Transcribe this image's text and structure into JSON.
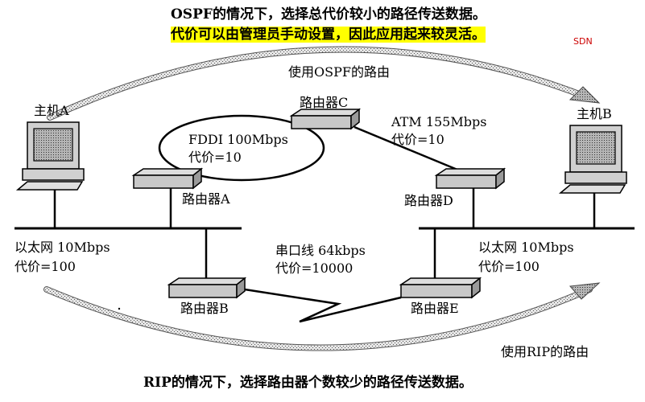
{
  "notes": {
    "ospf_line1": "OSPF的情况下，选择总代价较小的路径传送数据。",
    "ospf_line2": "代价可以由管理员手动设置，因此应用起来较灵活。",
    "sdn": "SDN",
    "rip_line": "RIP的情况下，选择路由器个数较少的路径传送数据。"
  },
  "paths": {
    "ospf": "使用OSPF的路由",
    "rip": "使用RIP的路由"
  },
  "hosts": {
    "a": "主机A",
    "b": "主机B"
  },
  "routers": {
    "a": "路由器A",
    "b": "路由器B",
    "c": "路由器C",
    "d": "路由器D",
    "e": "路由器E"
  },
  "links": {
    "fddi_name": "FDDI 100Mbps",
    "fddi_cost": "代价=10",
    "atm_name": "ATM 155Mbps",
    "atm_cost": "代价=10",
    "eth_left_name": "以太网 10Mbps",
    "eth_left_cost": "代价=100",
    "eth_right_name": "以太网 10Mbps",
    "eth_right_cost": "代价=100",
    "serial_name": "串口线 64kbps",
    "serial_cost": "代价=10000"
  },
  "colors": {
    "highlight": "#ffff00",
    "sdn": "#cc0000",
    "arrow": "#8a8a8a"
  }
}
